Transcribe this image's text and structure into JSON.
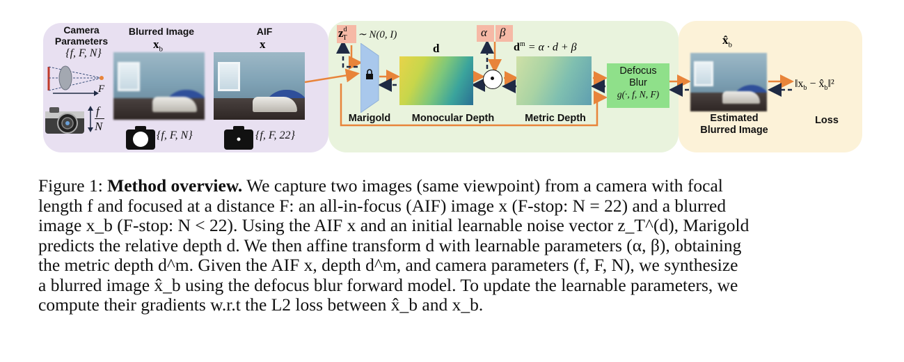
{
  "figure": {
    "camera_panel": {
      "camera_params_title": "Camera\nParameters",
      "camera_params_set": "{f, F, N}",
      "lens_label_F": "F",
      "aperture_f": "f",
      "aperture_N": "N",
      "blurred_title": "Blurred Image",
      "blurred_symbol": "x",
      "blurred_symbol_sub": "b",
      "blurred_params": "{f, F, N}",
      "aif_title": "AIF",
      "aif_symbol": "x",
      "aif_params": "{f, F, 22}"
    },
    "pipeline": {
      "noise_label": "z",
      "noise_sup": "d",
      "noise_sub": "T",
      "noise_dist": "∼ N(0, I)",
      "marigold_label": "Marigold",
      "depth_symbol": "d",
      "mono_depth_label": "Monocular Depth",
      "alpha": "α",
      "beta": "β",
      "metric_eq": "d",
      "metric_eq_sup": "m",
      "metric_eq_rhs": " = α · d + β",
      "metric_depth_label": "Metric Depth",
      "defocus_title": "Defocus\nBlur",
      "defocus_fn": "g(·, f, N, F)",
      "product_symbol": "⊙"
    },
    "loss_panel": {
      "est_symbol": "x̂",
      "est_symbol_sub": "b",
      "est_label": "Estimated\nBlurred Image",
      "loss_expr": "‖x",
      "loss_expr_sub1": "b",
      "loss_expr_mid": " − x̂",
      "loss_expr_sub2": "b",
      "loss_expr_end": "‖²",
      "loss_label": "Loss"
    }
  },
  "caption": {
    "label": "Figure 1: ",
    "bold": "Method overview.",
    "lines": [
      " We capture two images (same viewpoint) from a camera with focal",
      "length f and focused at a distance F: an all-in-focus (AIF) image x (F-stop: N = 22) and a blurred",
      "image x_b (F-stop: N < 22). Using the AIF x and an initial learnable noise vector z_T^(d), Marigold",
      "predicts the relative depth d. We then affine transform d with learnable parameters (α, β), obtaining",
      "the metric depth d^m. Given the AIF x, depth d^m, and camera parameters (f, F, N), we synthesize",
      "a blurred image x̂_b using the defocus blur forward model. To update the learnable parameters, we",
      "compute their gradients w.r.t the L2 loss between x̂_b and x_b."
    ]
  },
  "colors": {
    "camera_panel_bg": "#e8e0f1",
    "pipeline_panel_bg": "#e9f3dd",
    "loss_panel_bg": "#fcf2d8",
    "forward_arrow": "#e8843a",
    "backward_arrow": "#1f2a44",
    "defocus_box": "#8fe08a",
    "param_box": "#f6b9a6",
    "marigold_shape": "#a9c8ec"
  }
}
